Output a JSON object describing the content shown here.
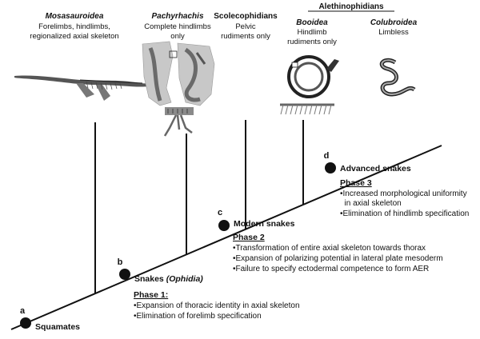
{
  "taxa": [
    {
      "name": "Mosasauroidea",
      "desc1": "Forelimbs, hindlimbs,",
      "desc2": "regionalized axial skeleton"
    },
    {
      "name": "Pachyrhachis",
      "desc1": "Complete hindlimbs",
      "desc2": "only"
    },
    {
      "name": "Scolecophidians",
      "desc1": "Pelvic",
      "desc2": "rudiments only"
    },
    {
      "name": "Booidea",
      "desc1": "Hindlimb",
      "desc2": "rudiments only"
    },
    {
      "name": "Colubroidea",
      "desc1": "Limbless",
      "desc2": ""
    }
  ],
  "group_label": "Alethinophidians",
  "nodes": [
    {
      "letter": "a",
      "name": "Squamates"
    },
    {
      "letter": "b",
      "name": "Snakes",
      "name_extra": "(Ophidia)"
    },
    {
      "letter": "c",
      "name": "Modern snakes"
    },
    {
      "letter": "d",
      "name": "Advanced snakes"
    }
  ],
  "phases": [
    {
      "title": "Phase 1:",
      "items": [
        "•Expansion of thoracic identity in axial skeleton",
        "•Elimination of forelimb specification"
      ]
    },
    {
      "title": "Phase 2",
      "items": [
        "•Transformation of entire axial skeleton towards thorax",
        "•Expansion of polarizing potential in lateral plate mesoderm",
        "•Failure to specify ectodermal competence to form  AER"
      ]
    },
    {
      "title": "Phase 3",
      "items": [
        "•Increased morphological uniformity",
        "  in axial skeleton",
        "•Elimination of hindlimb specification"
      ]
    }
  ]
}
